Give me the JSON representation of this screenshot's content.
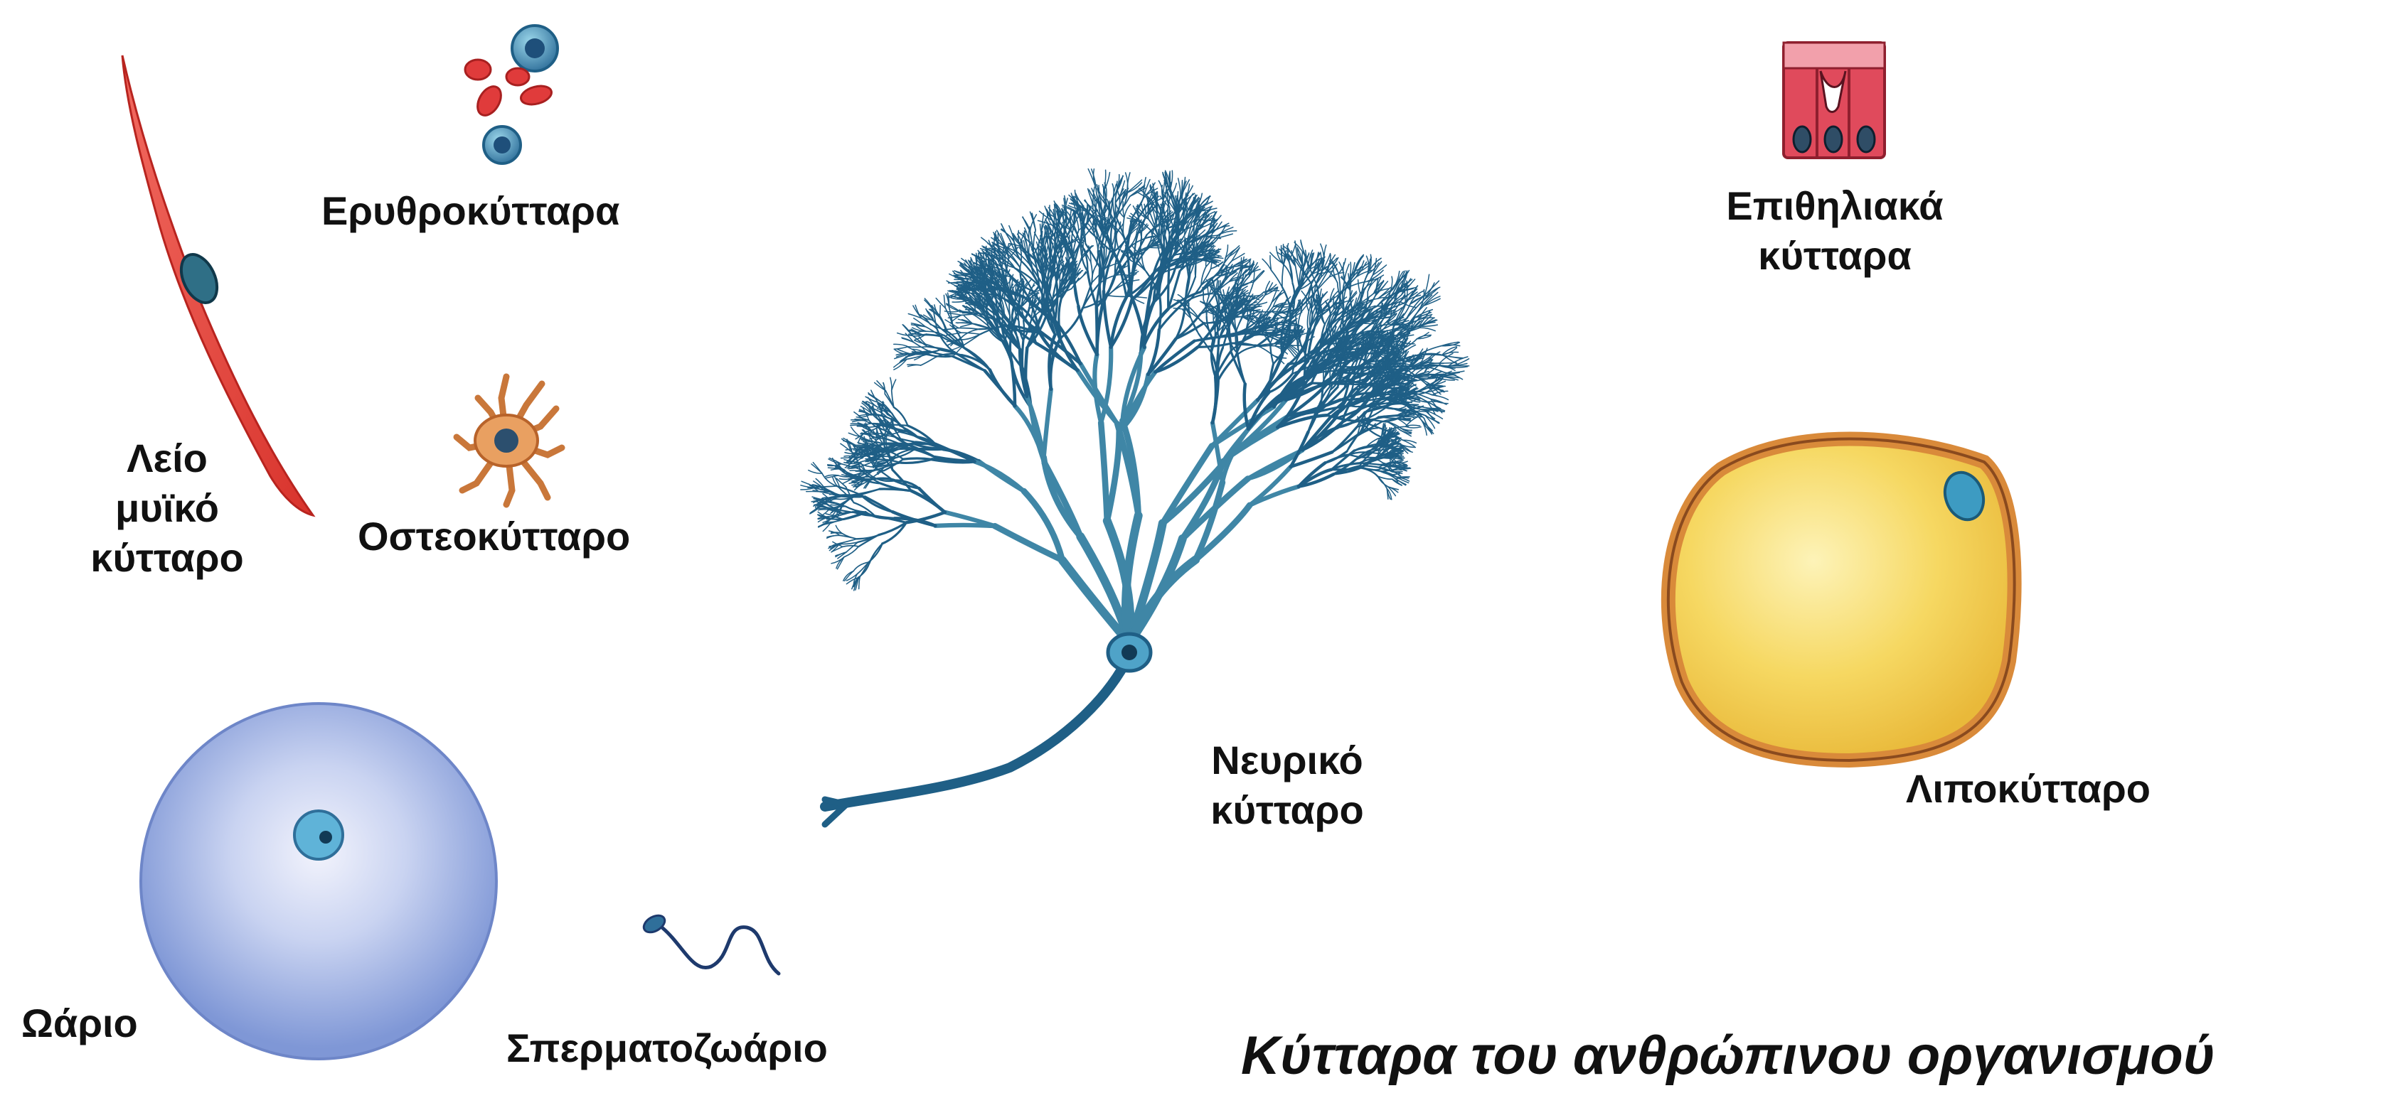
{
  "title": "Κύτταρα του ανθρώπινου οργανισμού",
  "labels": {
    "smooth_muscle": [
      "Λείο",
      "μυϊκό",
      "κύτταρο"
    ],
    "erythrocytes": "Ερυθροκύτταρα",
    "osteocyte": "Οστεοκύτταρο",
    "neuron": [
      "Νευρικό",
      "κύτταρο"
    ],
    "epithelial": [
      "Επιθηλιακά",
      "κύτταρα"
    ],
    "adipocyte": "Λιποκύτταρο",
    "ovum": "Ωάριο",
    "sperm": "Σπερματοζωάριο"
  },
  "colors": {
    "muscle": "#e8473f",
    "muscle_nucleus": "#2f6f86",
    "erythrocyte": "#e03b3b",
    "leukocyte": "#2f87c8",
    "osteocyte": "#d98a4a",
    "neuron": "#1f5f86",
    "epithelial": "#d9475a",
    "fat_fill": "#f4d35a",
    "fat_rim": "#d98a3a",
    "fat_nucleus": "#3d9bc2",
    "ovum": "#8fa6dd",
    "ovum_center": "#eef0fb",
    "sperm": "#1e3a6d"
  }
}
